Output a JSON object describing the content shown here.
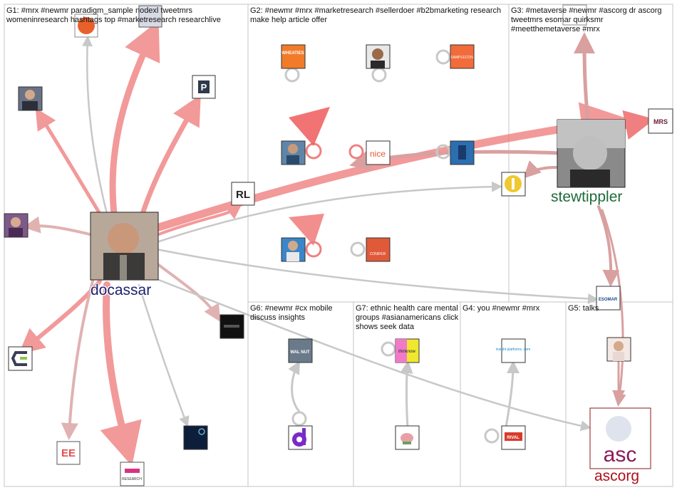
{
  "groups": [
    {
      "id": "G1",
      "title": "G1: #mrx #newmr paradigm_sample nodexl tweetmrs womeninresearch hashtags top #marketresearch researchlive"
    },
    {
      "id": "G2",
      "title": "G2: #newmr #mrx #marketresearch #sellerdoer #b2bmarketing research make help article offer"
    },
    {
      "id": "G3",
      "title": "G3: #metaverse #newmr #ascorg dr ascorg tweetmrs esomar quirksmr #meetthemetaverse #mrx"
    },
    {
      "id": "G6",
      "title": "G6: #newmr #cx mobile discuss insights"
    },
    {
      "id": "G7",
      "title": "G7: ethnic health care mental groups #asianamericans click shows seek data"
    },
    {
      "id": "G4",
      "title": "G4: you #newmr #mrx"
    },
    {
      "id": "G5",
      "title": "G5: talks"
    }
  ],
  "labels": {
    "docassar": "docassar",
    "stewtippler": "stewtippler",
    "ascorg": "ascorg"
  },
  "node_text": {
    "wheaties": "WHEATIES",
    "nice": "nice",
    "rl": "RL",
    "p": "P",
    "mrs": "MRS",
    "esomar": "ESOMAR",
    "walnut": "WAL NUT",
    "thinknow": "thinknow",
    "insight": "insight platforms .com",
    "rival": "RIVAL",
    "conifer": "CONIFER",
    "samplecon": "SAMPLECON",
    "asc": "asc",
    "ee": "EE",
    "research": "RESEARCH"
  },
  "colors": {
    "edge_red": "#f08080",
    "edge_grey": "#c8c8c8",
    "edge_dark_red": "#d9a0a0",
    "docassar_label": "#1a1f6e",
    "stewtippler_label": "#1d6b3a",
    "ascorg_label": "#b0101a"
  }
}
